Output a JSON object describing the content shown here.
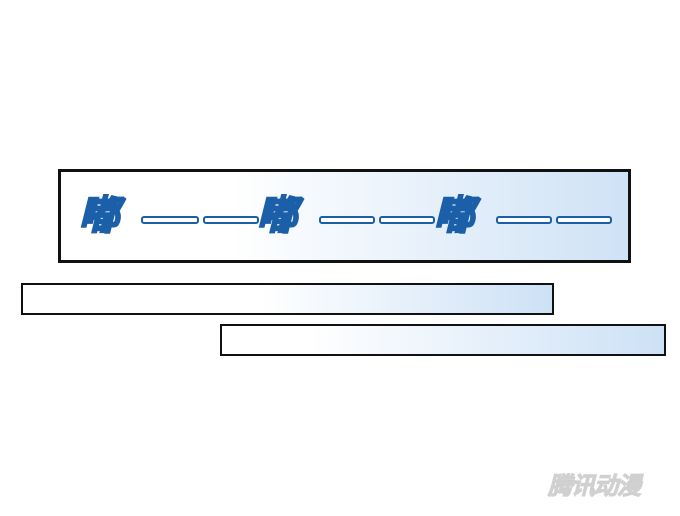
{
  "sound_effect": {
    "syllables": [
      "嘟",
      "嘟",
      "嘟"
    ]
  },
  "watermark": "腾讯动漫",
  "colors": {
    "border": "#111111",
    "gradient_end": "#cfe2f6",
    "text_outline": "#1a5fa8"
  }
}
